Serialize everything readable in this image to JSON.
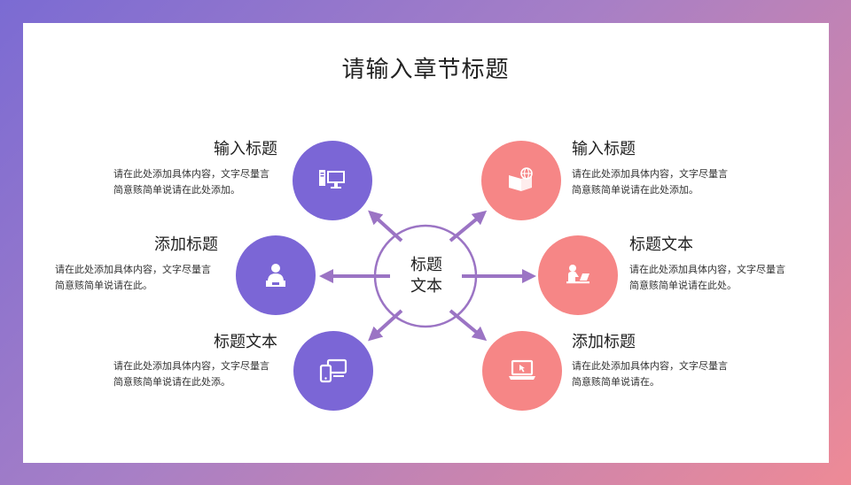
{
  "slide": {
    "title": "请输入章节标题",
    "center_lines": [
      "标题",
      "文本"
    ]
  },
  "colors": {
    "accent_purple": "#7b66d6",
    "accent_pink": "#f68686",
    "arrow": "#9b74c4",
    "frame_start": "#7b6bd3",
    "frame_end": "#ee8a96"
  },
  "items": [
    {
      "heading": "输入标题",
      "lines": [
        "请在此处添加具体内容，文字尽量言",
        "简意赅简单说请在此处添加。"
      ],
      "icon": "desktop-computer-icon"
    },
    {
      "heading": "添加标题",
      "lines": [
        "请在此处添加具体内容，文字尽量言",
        "简意赅简单说请在此。"
      ],
      "icon": "person-at-laptop-icon"
    },
    {
      "heading": "标题文本",
      "lines": [
        "请在此处添加具体内容，文字尽量言",
        "简意赅简单说请在此处添。"
      ],
      "icon": "multiple-devices-icon"
    },
    {
      "heading": "输入标题",
      "lines": [
        "请在此处添加具体内容，文字尽量言",
        "简意赅简单说请在此处添加。"
      ],
      "icon": "globe-laptop-icon"
    },
    {
      "heading": "标题文本",
      "lines": [
        "请在此处添加具体内容，文字尽量言",
        "简意赅简单说请在此处。"
      ],
      "icon": "person-at-desk-icon"
    },
    {
      "heading": "添加标题",
      "lines": [
        "请在此处添加具体内容，文字尽量言",
        "简意赅简单说请在。"
      ],
      "icon": "laptop-cursor-icon"
    }
  ]
}
